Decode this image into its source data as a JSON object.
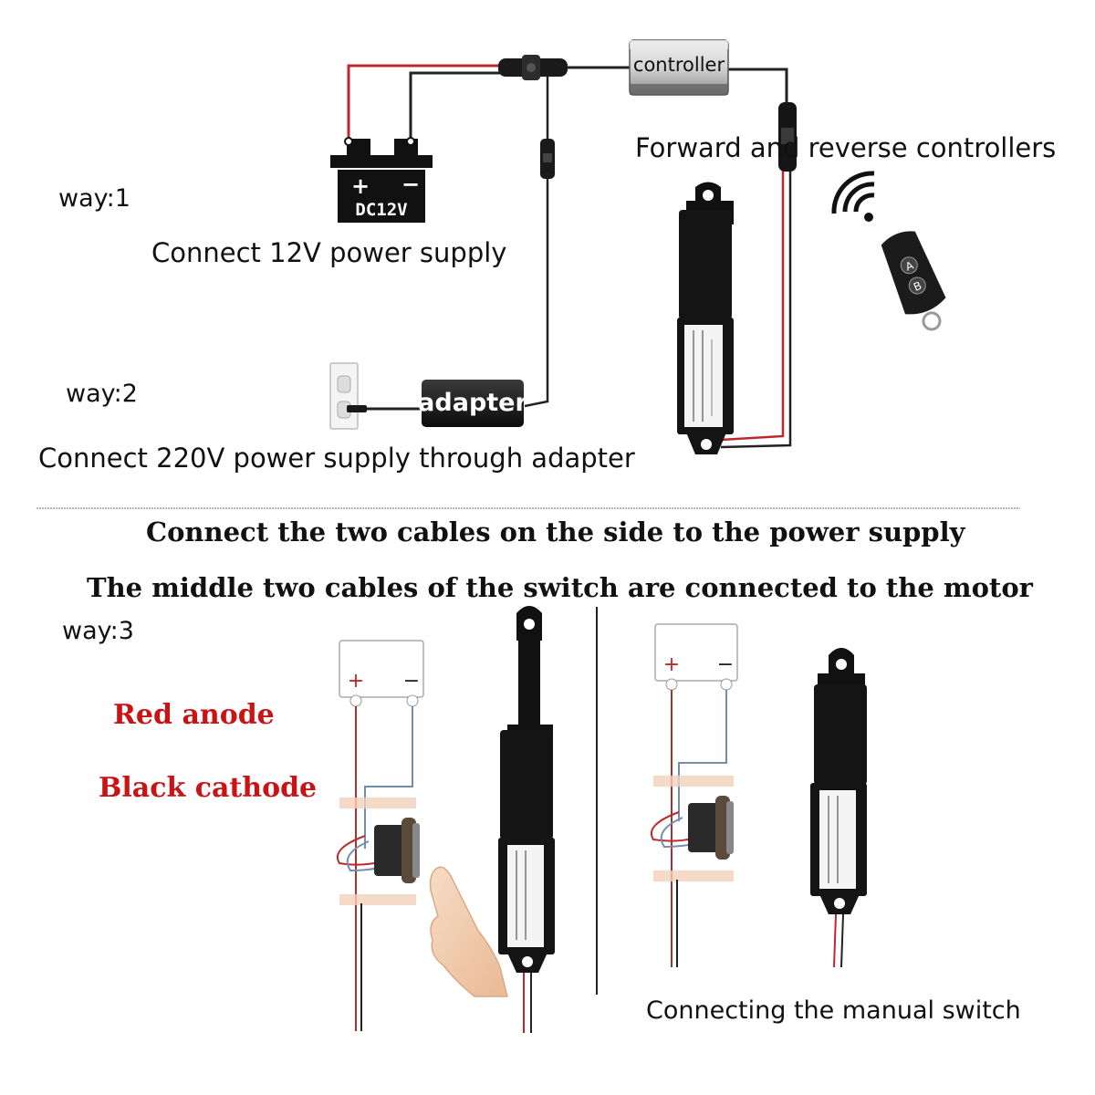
{
  "top": {
    "controller_label": "controller",
    "battery_label": "DC12V",
    "battery_plus": "+",
    "battery_minus": "−",
    "adapter_label": "adapter",
    "way1": "way:1",
    "way1_caption": "Connect 12V power supply",
    "way2": "way:2",
    "way2_caption": "Connect 220V power supply through adapter",
    "controllers_caption": "Forward and reverse controllers",
    "remote_buttons": [
      "A",
      "B"
    ]
  },
  "middle": {
    "line1": "Connect the two cables on the side to the power supply",
    "line2": "The middle two cables of the switch are connected to the motor"
  },
  "bottom": {
    "way3": "way:3",
    "red_anode": "Red anode",
    "black_cathode": "Black cathode",
    "plus": "+",
    "minus": "−",
    "manual_caption": "Connecting the manual switch"
  },
  "colors": {
    "red_wire": "#c0272d",
    "black_wire": "#222222",
    "blue_wire": "#6f8fb0",
    "red_text": "#c81414",
    "actuator": "#141414"
  }
}
